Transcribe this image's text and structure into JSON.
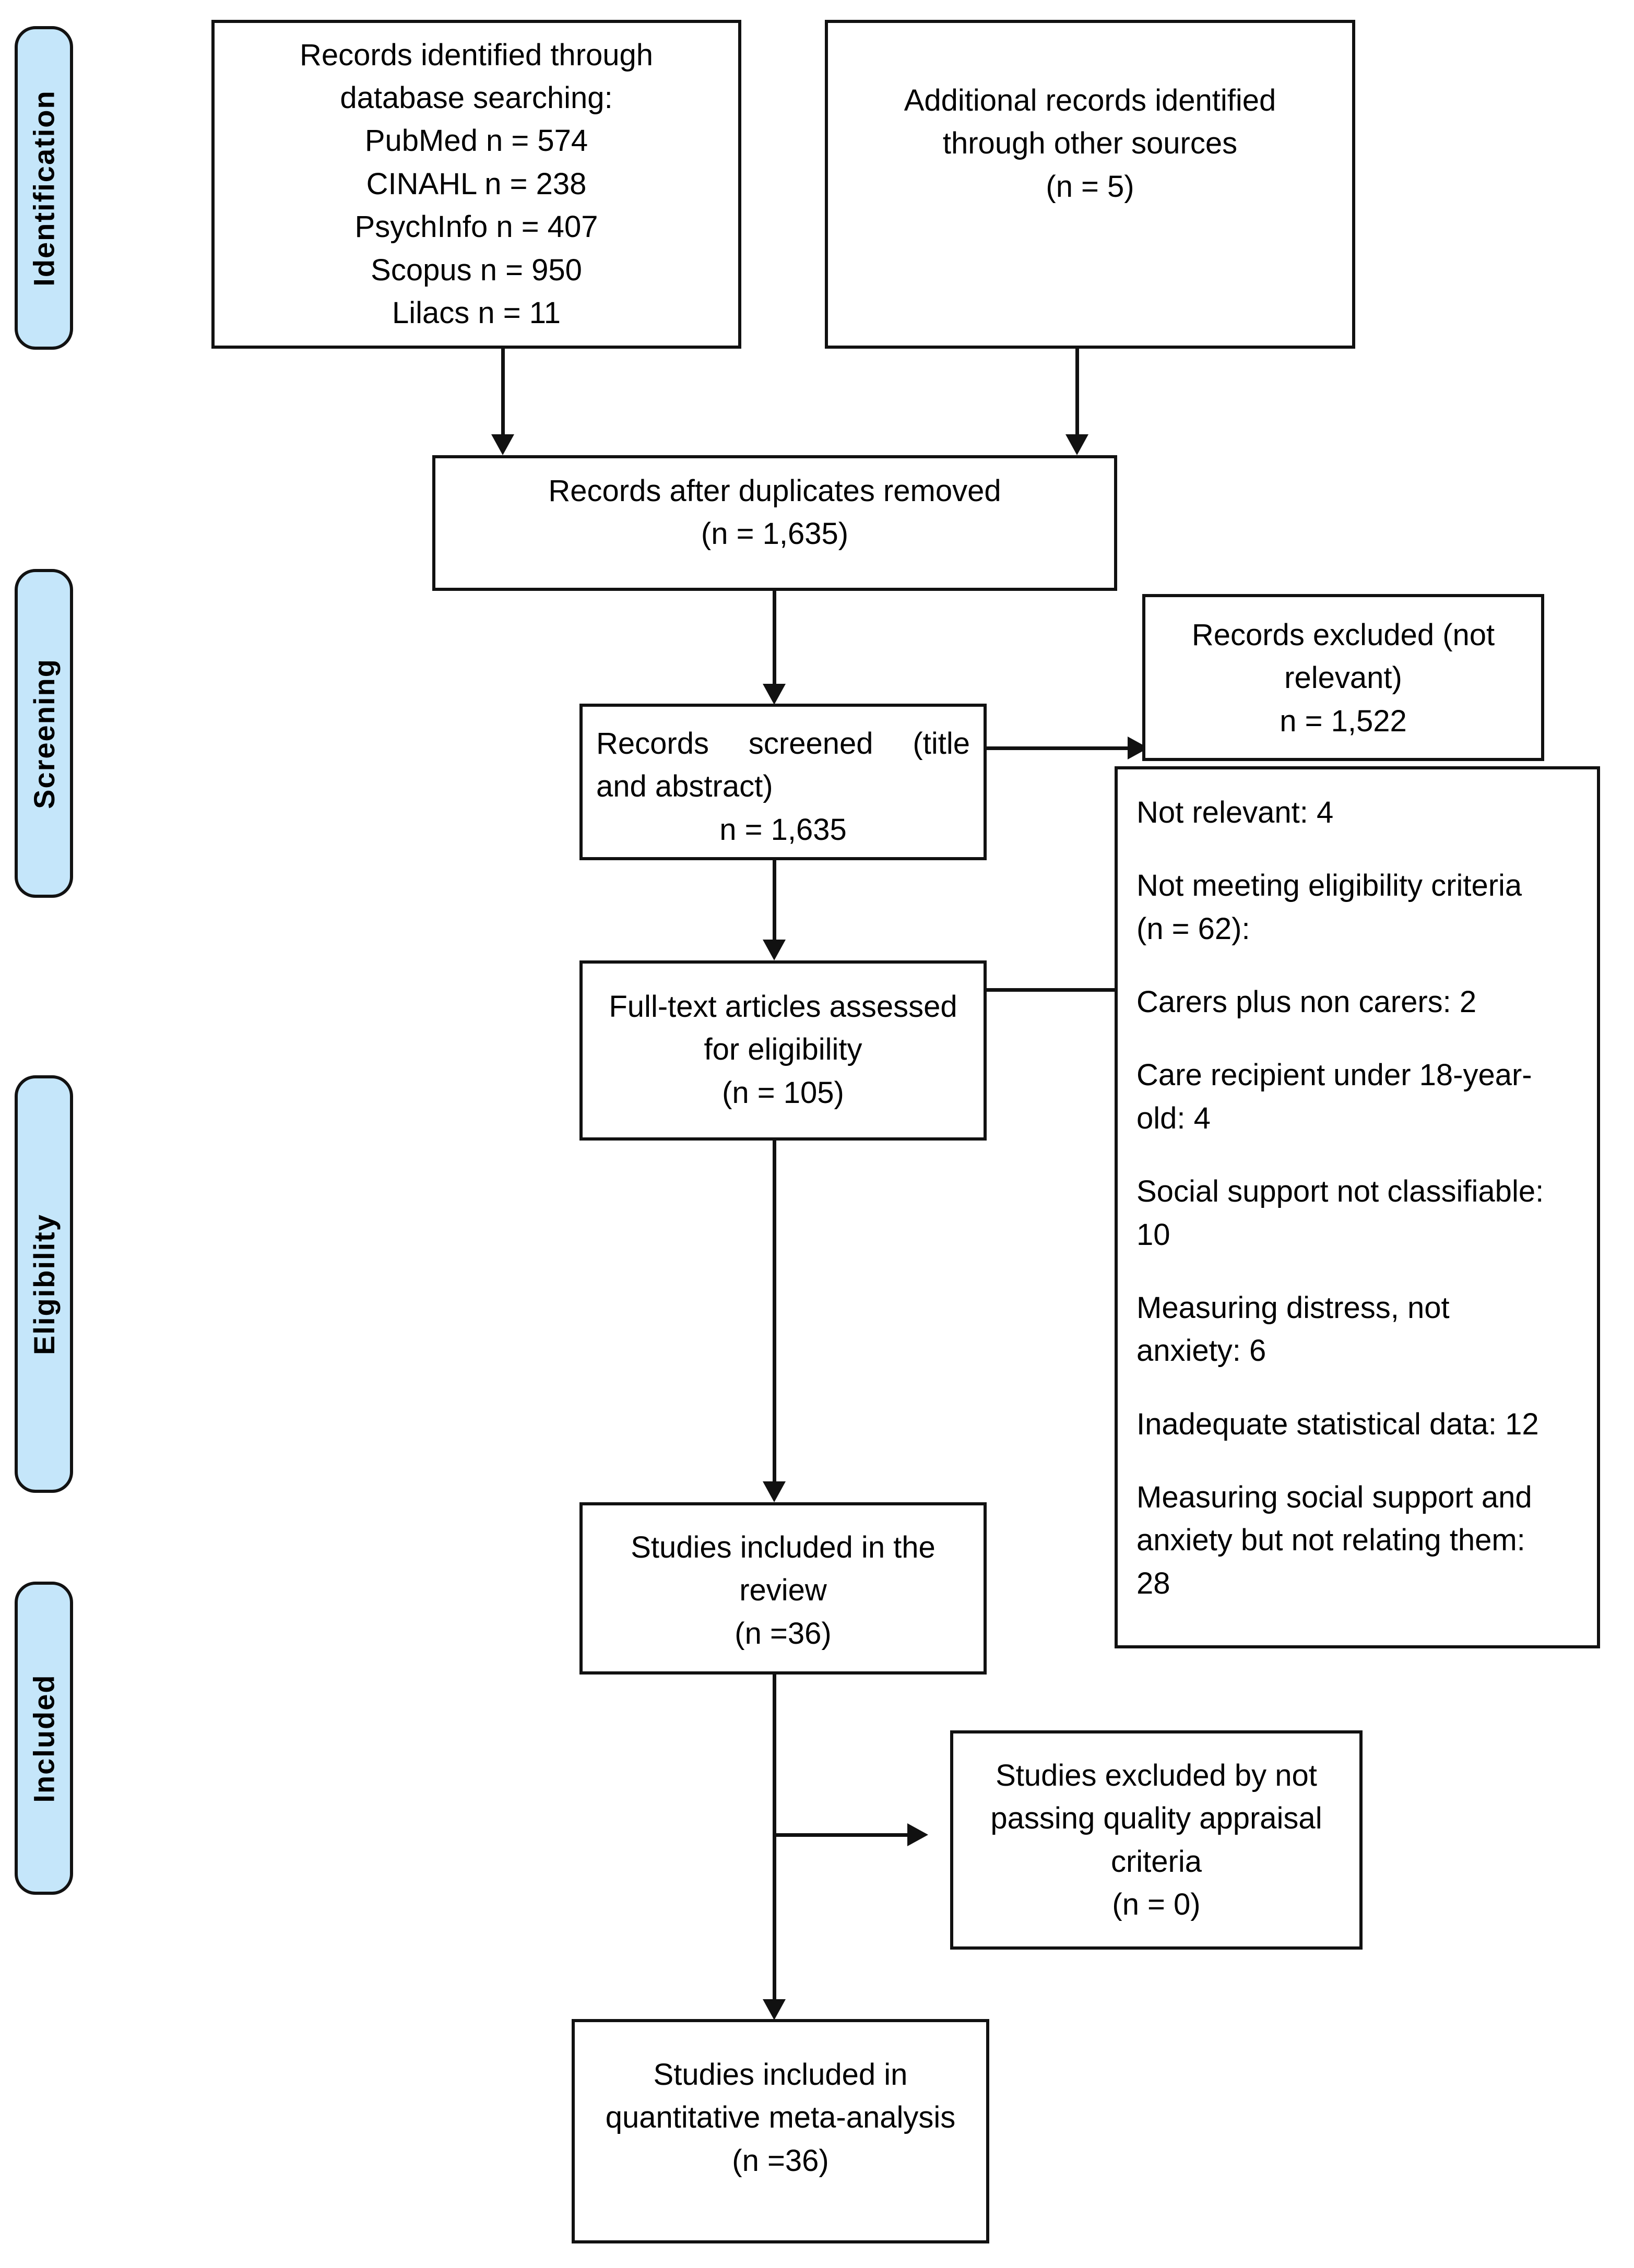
{
  "diagram": {
    "title": "PRISMA flow diagram",
    "accent_color": "#c5e6fa",
    "border_color": "#111111"
  },
  "stages": [
    {
      "id": "identification",
      "label": "Identification"
    },
    {
      "id": "screening",
      "label": "Screening"
    },
    {
      "id": "eligibility",
      "label": "Eligibility"
    },
    {
      "id": "included",
      "label": "Included"
    }
  ],
  "boxes": {
    "database_search": {
      "lines": [
        "Records identified through",
        "database searching:",
        "PubMed n = 574",
        "CINAHL n = 238",
        "PsychInfo n = 407",
        "Scopus n = 950",
        "Lilacs n = 11"
      ]
    },
    "other_sources": {
      "lines": [
        "Additional records identified",
        "through other sources",
        "(n = 5)"
      ]
    },
    "duplicates_removed": {
      "lines": [
        "Records after duplicates removed",
        "(n = 1,635)"
      ]
    },
    "records_screened": {
      "lines": [
        "Records   screened   (title",
        "and abstract)",
        "n = 1,635"
      ]
    },
    "records_excluded": {
      "lines": [
        "Records excluded (not",
        "relevant)",
        "n = 1,522"
      ]
    },
    "fulltext_assessed": {
      "lines": [
        "Full-text articles assessed",
        "for eligibility",
        "(n = 105)"
      ]
    },
    "exclusion_reasons": {
      "lines": [
        "Not relevant: 4",
        "",
        "Not meeting eligibility criteria",
        "(n = 62):",
        "",
        "Carers plus non carers: 2",
        "",
        "Care recipient under 18-year-",
        "old: 4",
        "",
        "Social support not classifiable:",
        "10",
        "",
        "Measuring distress, not",
        "anxiety: 6",
        "",
        "Inadequate statistical data: 12",
        "",
        "Measuring social support and",
        "anxiety but not relating them:",
        "28"
      ]
    },
    "studies_included_review": {
      "lines": [
        "Studies included in the",
        "review",
        "(n =36)"
      ]
    },
    "quality_excluded": {
      "lines": [
        "Studies excluded by not",
        "passing quality appraisal",
        "criteria",
        "(n = 0)"
      ]
    },
    "studies_meta_analysis": {
      "lines": [
        "Studies included in",
        "quantitative meta-analysis",
        "(n =36)"
      ]
    }
  }
}
